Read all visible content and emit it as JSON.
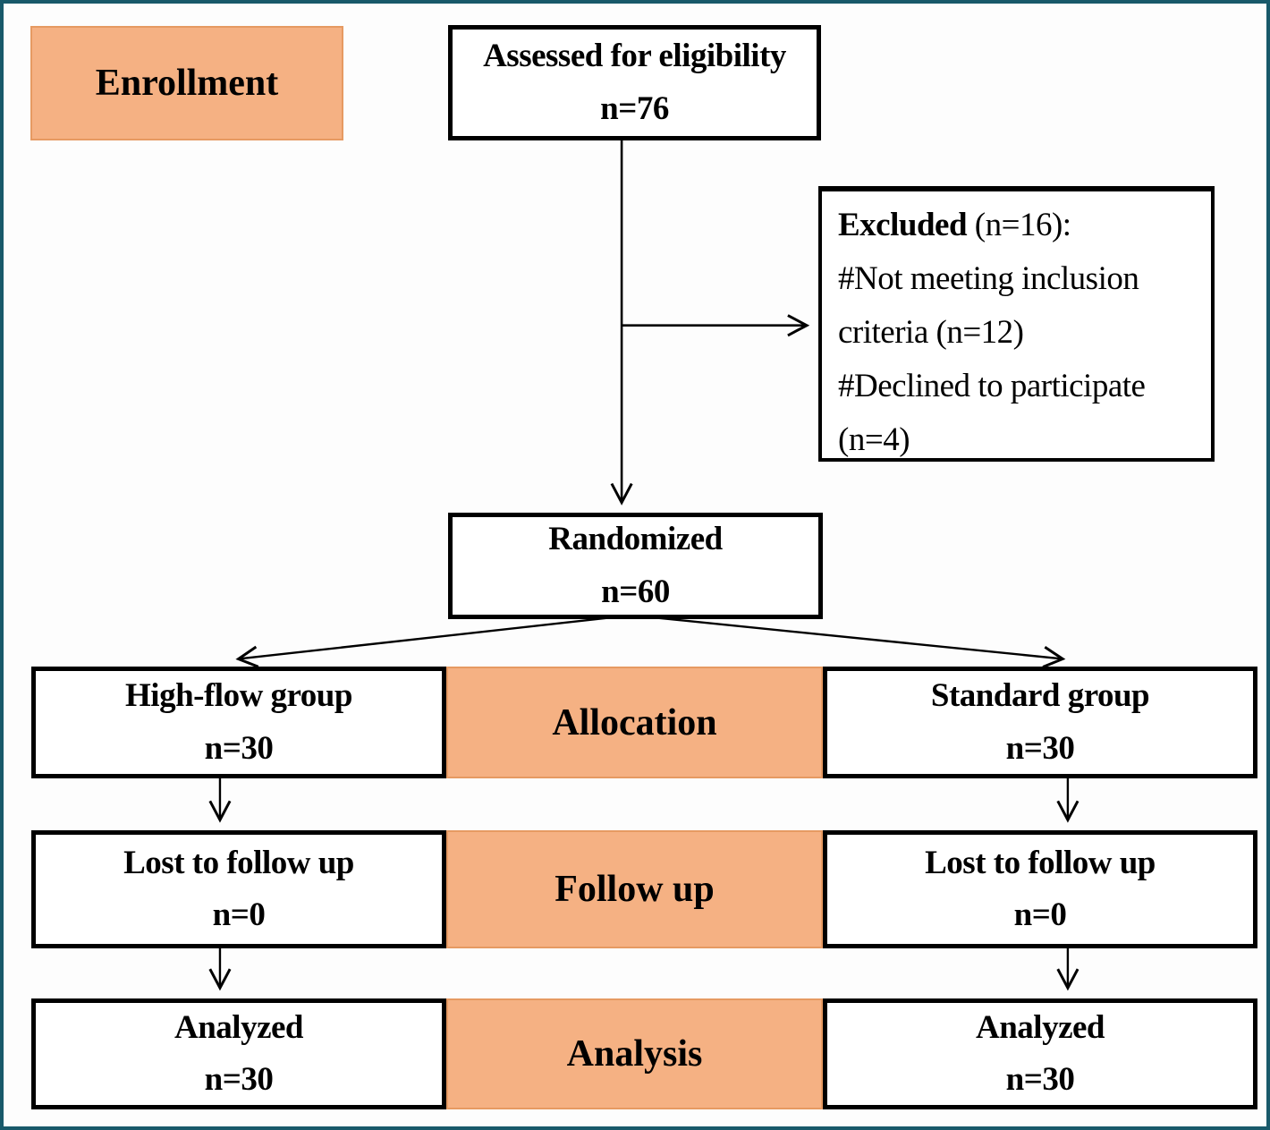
{
  "palette": {
    "accent_orange": "#f5b183",
    "orange_border": "#e69a62",
    "frame_teal": "#19596a",
    "box_border": "#000000"
  },
  "stages": {
    "enrollment_label": "Enrollment",
    "allocation_label": "Allocation",
    "followup_label": "Follow up",
    "analysis_label": "Analysis",
    "assessed": {
      "line1": "Assessed for eligibility",
      "line2": "n=76"
    },
    "excluded": {
      "title_bold": "Excluded",
      "title_rest": " (n=16):",
      "lines": [
        "#Not meeting inclusion",
        "criteria (n=12)",
        "#Declined to participate",
        "(n=4)"
      ]
    },
    "randomized": {
      "line1": "Randomized",
      "line2": "n=60"
    },
    "left": {
      "allocation": {
        "line1": "High-flow group",
        "line2": "n=30"
      },
      "followup": {
        "line1": "Lost to follow up",
        "line2": "n=0"
      },
      "analysis": {
        "line1": "Analyzed",
        "line2": "n=30"
      }
    },
    "right": {
      "allocation": {
        "line1": "Standard group",
        "line2": "n=30"
      },
      "followup": {
        "line1": "Lost to follow up",
        "line2": "n=0"
      },
      "analysis": {
        "line1": "Analyzed",
        "line2": "n=30"
      }
    }
  }
}
